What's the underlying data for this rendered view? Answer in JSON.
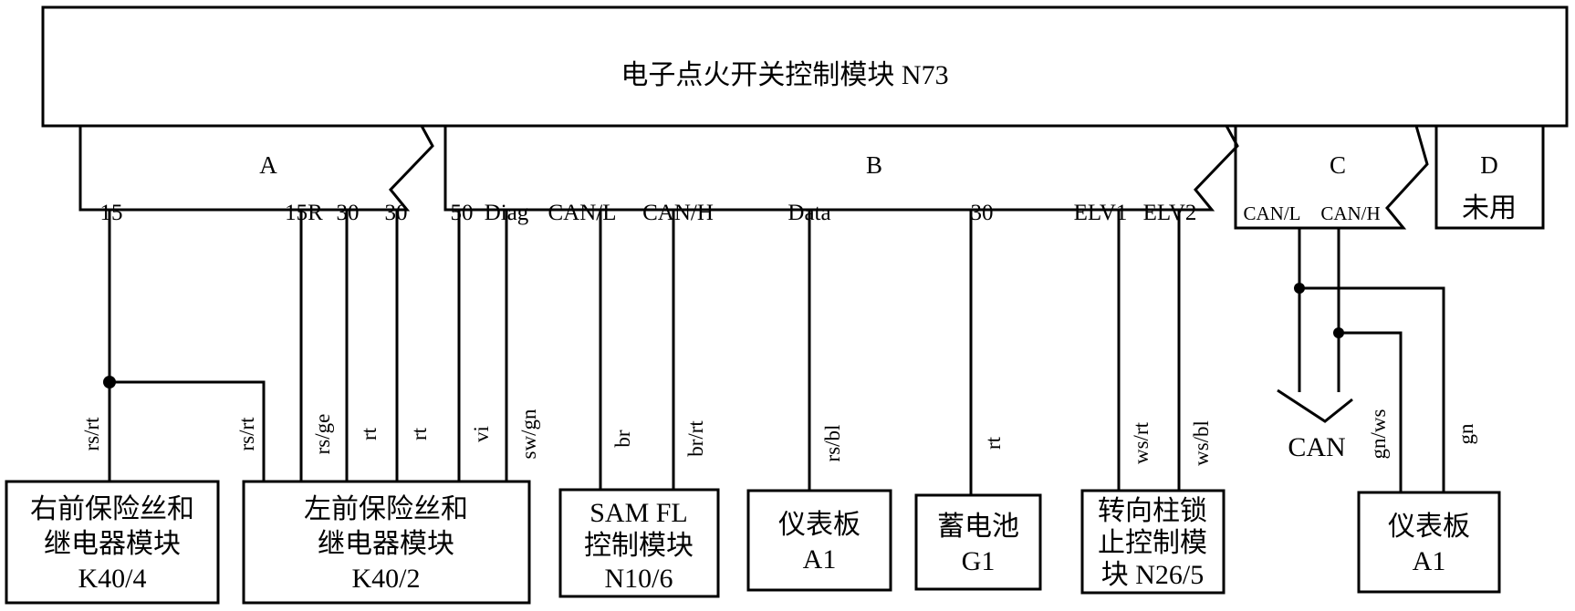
{
  "module": {
    "title": "电子点火开关控制模块 N73"
  },
  "connectors": {
    "a": "A",
    "b": "B",
    "c": "C",
    "d": "D",
    "d_note": "未用"
  },
  "pins": {
    "a_15": "15",
    "a_15r": "15R",
    "a_30a": "30",
    "a_30b": "30",
    "b_50": "50",
    "b_diag": "Diag",
    "b_canl": "CAN/L",
    "b_canh": "CAN/H",
    "b_data": "Data",
    "b_30": "30",
    "b_elv1": "ELV1",
    "b_elv2": "ELV2",
    "c_canl": "CAN/L",
    "c_canh": "CAN/H"
  },
  "wires": {
    "w1": "rs/rt",
    "w2": "rs/rt",
    "w3": "rs/ge",
    "w4": "rt",
    "w5": "rt",
    "w6": "vi",
    "w7": "sw/gn",
    "w8": "br",
    "w9": "br/rt",
    "w10": "rs/bl",
    "w11": "rt",
    "w12": "ws/rt",
    "w13": "ws/bl",
    "w14": "gn/ws",
    "w15": "gn"
  },
  "can_label": "CAN",
  "boxes": {
    "k40_4": [
      "右前保险丝和",
      "继电器模块",
      "K40/4"
    ],
    "k40_2": [
      "左前保险丝和",
      "继电器模块",
      "K40/2"
    ],
    "sam": [
      "SAM FL",
      "控制模块",
      "N10/6"
    ],
    "a1_left": [
      "仪表板",
      "A1"
    ],
    "g1": [
      "蓄电池",
      "G1"
    ],
    "n26": [
      "转向柱锁",
      "止控制模",
      "块 N26/5"
    ],
    "a1_right": [
      "仪表板",
      "A1"
    ]
  }
}
